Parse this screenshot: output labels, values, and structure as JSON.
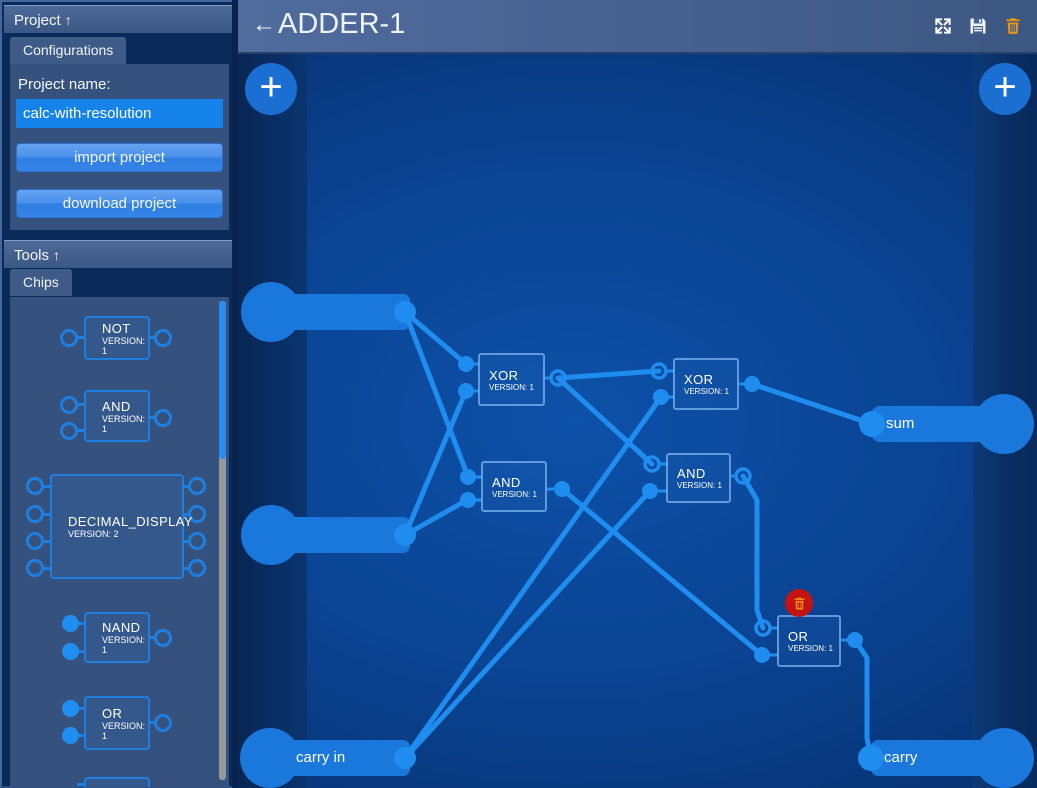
{
  "sidebar": {
    "project": {
      "header": "Project",
      "collapse_icon": "↑",
      "tab": "Configurations",
      "name_label": "Project name:",
      "name_value": "calc-with-resolution",
      "import_button": "import project",
      "download_button": "download project"
    },
    "tools": {
      "header": "Tools",
      "collapse_icon": "↑",
      "tab": "Chips",
      "chips": [
        {
          "name": "NOT",
          "version": "VERSION: 1"
        },
        {
          "name": "AND",
          "version": "VERSION: 1"
        },
        {
          "name": "DECIMAL_DISPLAY",
          "version": "VERSION: 2"
        },
        {
          "name": "NAND",
          "version": "VERSION: 1"
        },
        {
          "name": "OR",
          "version": "VERSION: 1"
        }
      ]
    }
  },
  "topbar": {
    "back_icon": "←",
    "title": "ADDER-1"
  },
  "canvas": {
    "add_button_label": "+",
    "gates": [
      {
        "name": "XOR",
        "version": "VERSION: 1"
      },
      {
        "name": "AND",
        "version": "VERSION: 1"
      },
      {
        "name": "XOR",
        "version": "VERSION: 1"
      },
      {
        "name": "AND",
        "version": "VERSION: 1"
      },
      {
        "name": "OR",
        "version": "VERSION: 1"
      }
    ],
    "io": {
      "carry_in": "carry in",
      "sum": "sum",
      "carry": "carry"
    }
  },
  "colors": {
    "wire_blue": "#1f8df0",
    "node_blue": "#1a77dc",
    "input_field_blue": "#1583ea",
    "badge_red": "#c51212",
    "trash_orange": "#ef9410",
    "canvas_center": "#0d51a8",
    "canvas_edge": "#062a60",
    "panel_blue": "#35527e",
    "header_slate": "#46648f"
  }
}
